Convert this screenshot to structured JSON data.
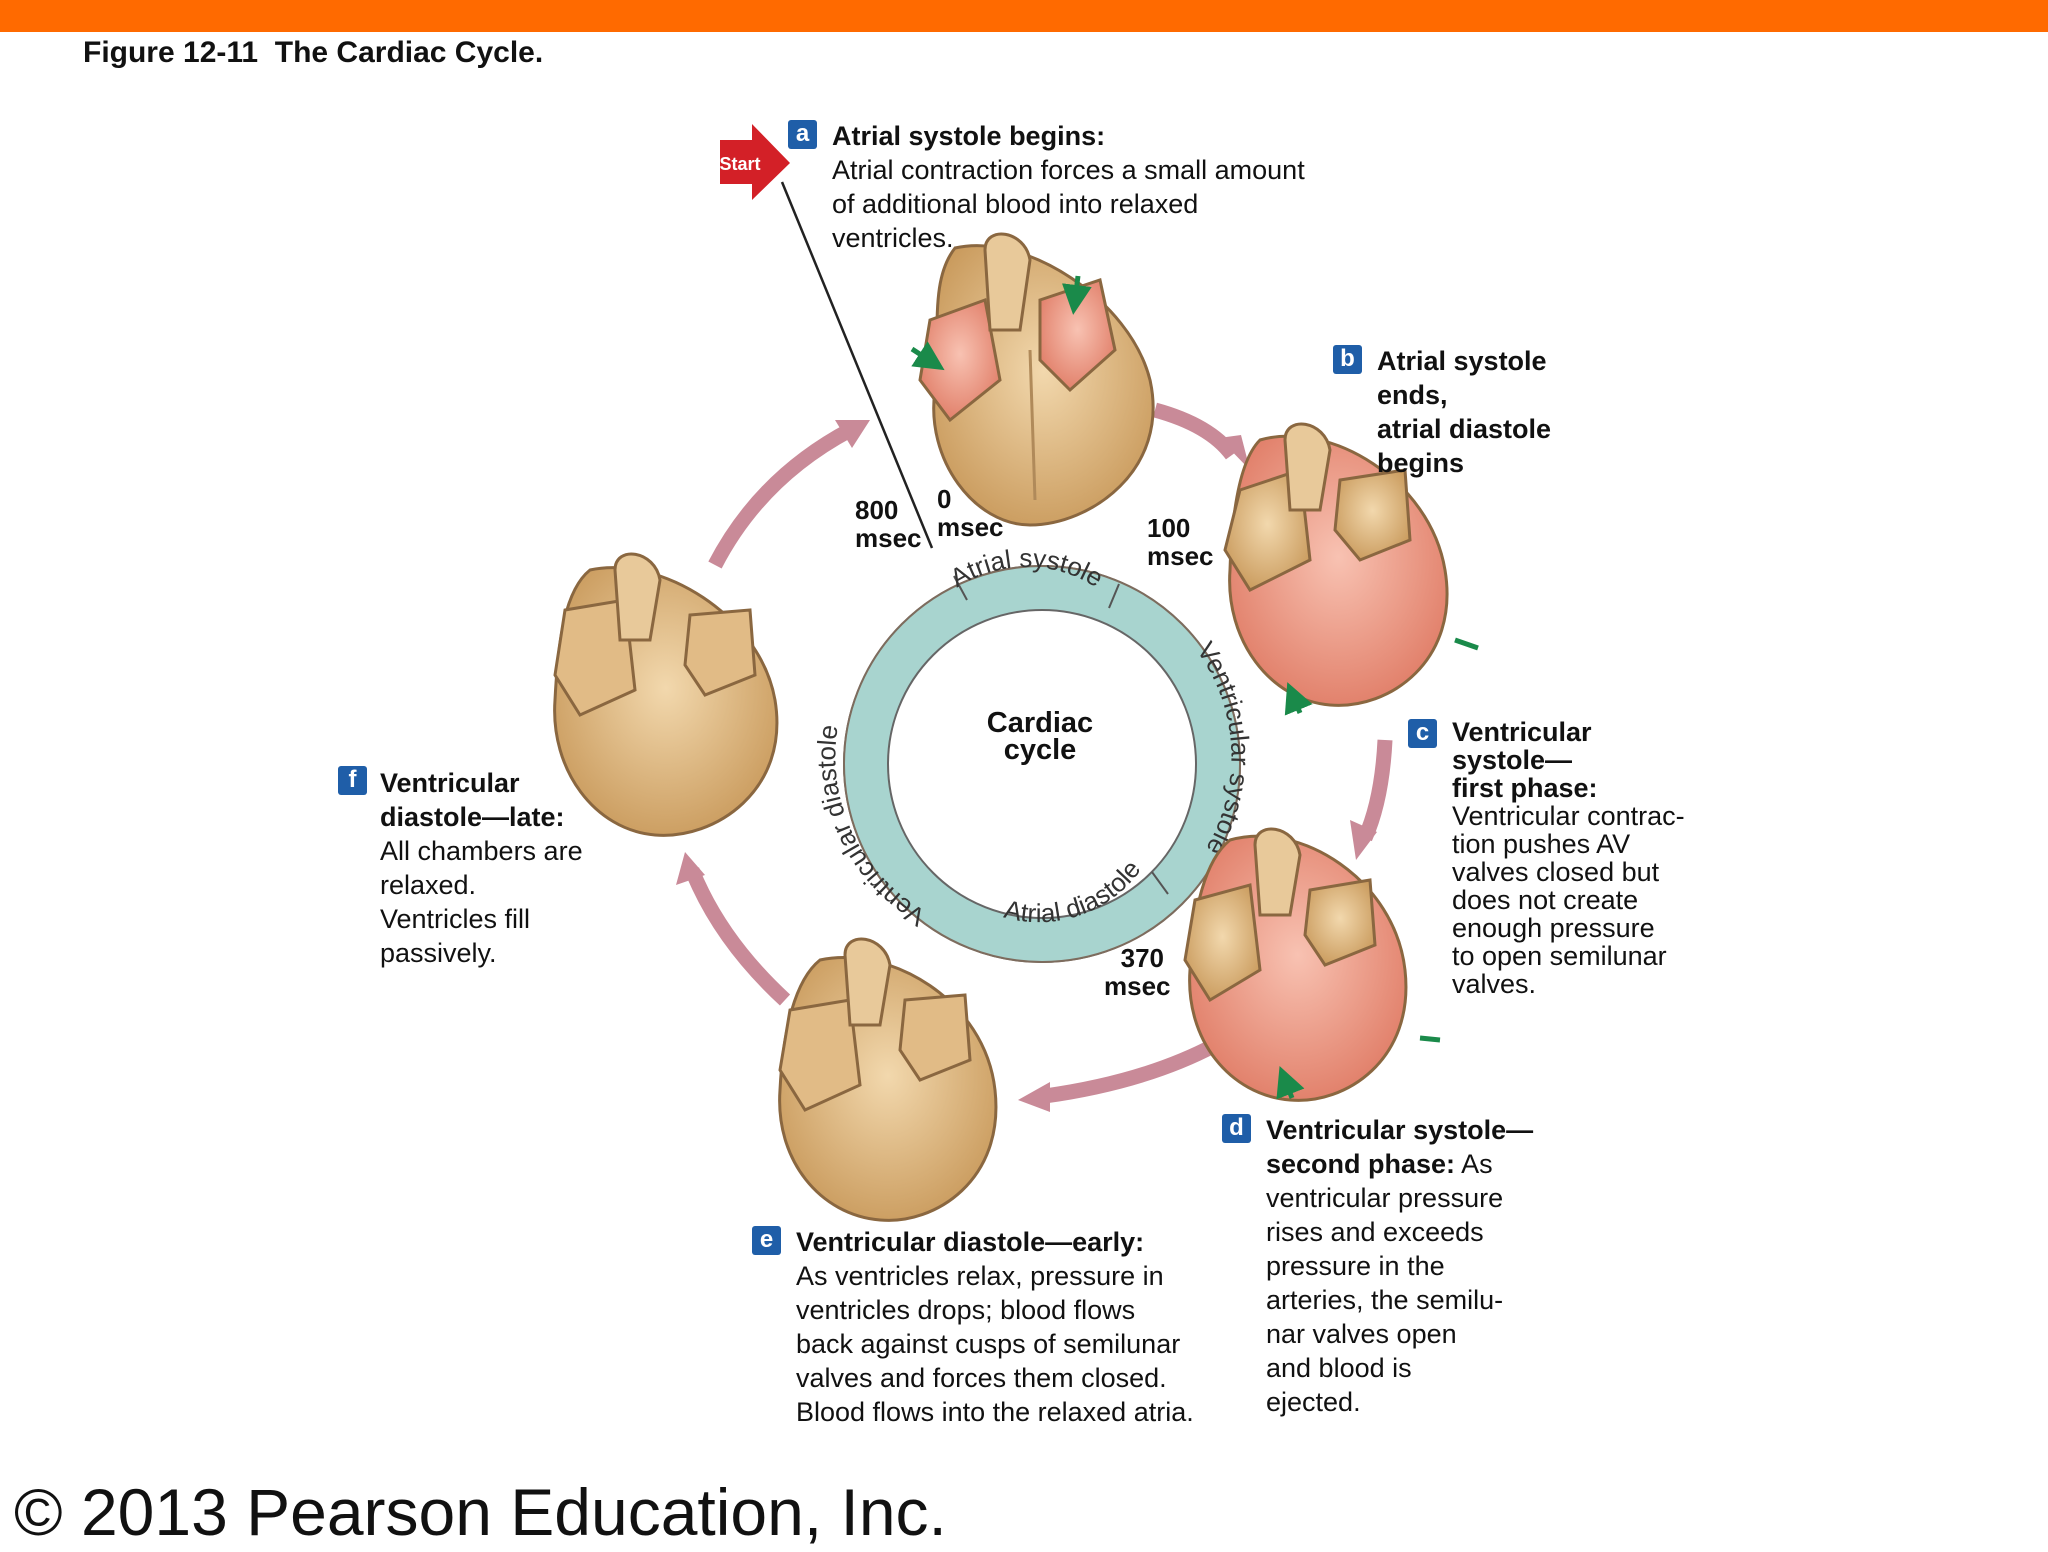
{
  "figure_title": "Figure 12-11  The Cardiac Cycle.",
  "copyright": "© 2013 Pearson Education, Inc.",
  "start_label": "Start",
  "center_label": [
    "Cardiac",
    "cycle"
  ],
  "ring_labels": {
    "atrial_systole": "Atrial systole",
    "ventricular_systole": "Ventricular systole",
    "atrial_diastole": "Atrial diastole",
    "ventricular_diastole": "Ventricular diastole"
  },
  "times": {
    "t0": [
      "0",
      "msec"
    ],
    "t100": [
      "100",
      "msec"
    ],
    "t370": [
      "370",
      "msec"
    ],
    "t800": [
      "800",
      "msec"
    ]
  },
  "steps": {
    "a": {
      "badge": "a",
      "title": "Atrial systole begins:",
      "body": [
        "Atrial contraction forces a small amount",
        "of additional blood into relaxed",
        "ventricles."
      ]
    },
    "b": {
      "badge": "b",
      "title": [
        "Atrial systole",
        "ends,",
        "atrial diastole",
        "begins"
      ]
    },
    "c": {
      "badge": "c",
      "title": [
        "Ventricular",
        "systole—",
        "first phase:"
      ],
      "body": [
        "Ventricular contrac-",
        "tion pushes AV",
        "valves closed but",
        "does not create",
        "enough pressure",
        "to open semilunar",
        "valves."
      ]
    },
    "d": {
      "badge": "d",
      "title": [
        "Ventricular systole—",
        "second phase:"
      ],
      "body": [
        " As",
        "ventricular pressure",
        "rises and exceeds",
        "pressure in the",
        "arteries, the semilu-",
        "nar valves open",
        "and blood is",
        "ejected."
      ]
    },
    "e": {
      "badge": "e",
      "title": "Ventricular diastole—early:",
      "body": [
        "As ventricles relax, pressure in",
        "ventricles drops; blood flows",
        "back against cusps of semilunar",
        "valves and forces them closed.",
        "Blood flows into the relaxed atria."
      ]
    },
    "f": {
      "badge": "f",
      "title": [
        "Ventricular",
        "diastole—late:"
      ],
      "body": [
        "All chambers are",
        "relaxed.",
        "Ventricles fill",
        "passively."
      ]
    }
  },
  "colors": {
    "top_bar": "#ff6a00",
    "badge": "#1f5ea8",
    "start_arrow": "#d32027",
    "cycle_arrow": "#c98a98",
    "ring_teal": "#a8d4cf",
    "ring_peach": "#fbd7b1",
    "ring_purple": "#b6a7d9",
    "heart_tan": "#d9b27c",
    "heart_pink": "#ef9a86",
    "pressure_arrow": "#1a8a4a"
  }
}
